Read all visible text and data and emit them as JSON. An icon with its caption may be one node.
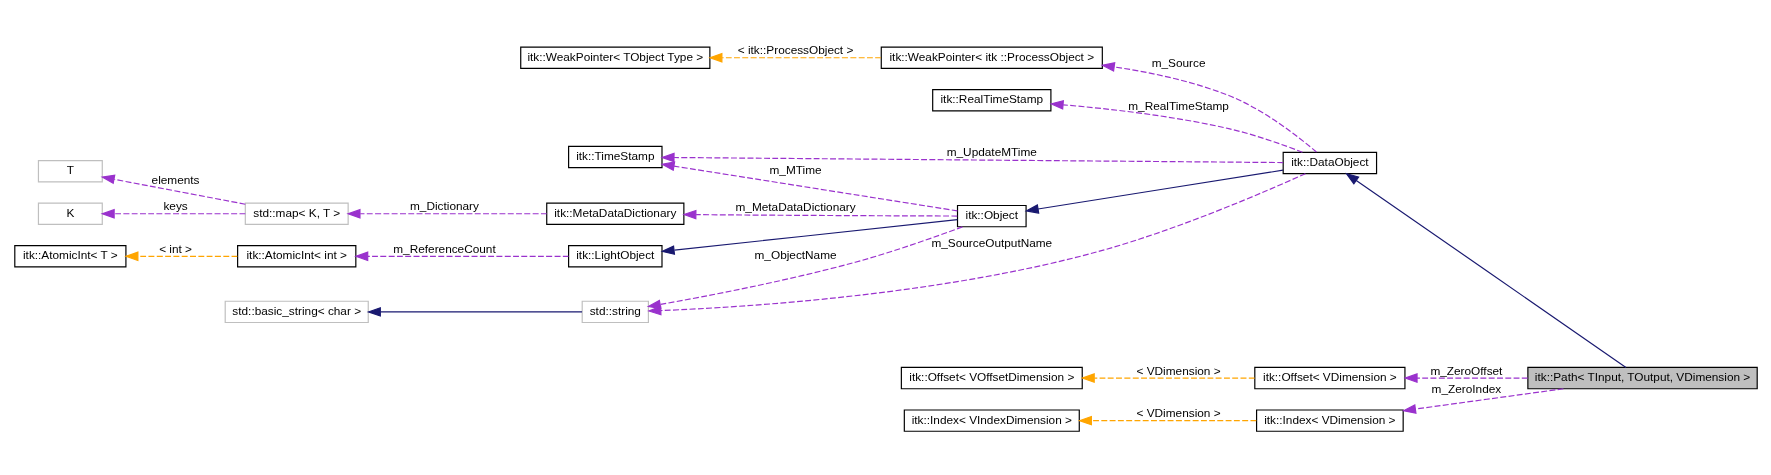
{
  "diagram": {
    "nodes": [
      {
        "text": [
          "K"
        ]
      },
      {
        "text": [
          "T"
        ]
      },
      {
        "text": [
          "std::map< K, T >"
        ]
      },
      {
        "text": [
          "itk::AtomicInt< T >"
        ]
      },
      {
        "text": [
          "itk::AtomicInt< int >"
        ]
      },
      {
        "text": [
          "itk::TimeStamp"
        ]
      },
      {
        "text": [
          "itk::MetaDataDictionary"
        ]
      },
      {
        "text": [
          "itk::LightObject"
        ]
      },
      {
        "text": [
          "std::basic_string< char >"
        ]
      },
      {
        "text": [
          "std::string"
        ]
      },
      {
        "text": [
          "itk::Object"
        ]
      },
      {
        "text": [
          "itk::WeakPointer< TObject Type >"
        ]
      },
      {
        "text": [
          "itk::WeakPointer< itk ::ProcessObject >"
        ]
      },
      {
        "text": [
          "itk::RealTimeStamp"
        ]
      },
      {
        "text": [
          "itk::DataObject"
        ]
      },
      {
        "text": [
          "itk::Offset< VOffsetDimension >"
        ]
      },
      {
        "text": [
          "itk::Offset< VDimension >"
        ]
      },
      {
        "text": [
          "itk::Index< VIndexDimension >"
        ]
      },
      {
        "text": [
          "itk::Index< VDimension >"
        ]
      },
      {
        "text": [
          "itk::Path< TInput, TOutput, VDimension >"
        ]
      }
    ],
    "edges": [
      {
        "from": 2,
        "to": 0,
        "arrow": "to",
        "label": "keys",
        "style": "dashed"
      },
      {
        "from": 2,
        "to": 1,
        "arrow": "to",
        "label": "elements",
        "style": "dashed"
      },
      {
        "from": 6,
        "to": 2,
        "arrow": "to",
        "label": "m_Dictionary",
        "style": "dashed"
      },
      {
        "from": 4,
        "to": 3,
        "arrow": "to",
        "label": "< int >",
        "style": "dashed",
        "color": "#ffa500"
      },
      {
        "from": 7,
        "to": 4,
        "arrow": "to",
        "label": "m_ReferenceCount",
        "style": "dashed"
      },
      {
        "from": 10,
        "to": 5,
        "arrow": "to",
        "label": "m_MTime",
        "style": "dashed"
      },
      {
        "from": 10,
        "to": 6,
        "arrow": "to",
        "label": "m_MetaDataDictionary",
        "style": "dashed"
      },
      {
        "from": 10,
        "to": 7,
        "arrow": "to",
        "color": "#191970"
      },
      {
        "from": 9,
        "to": 8,
        "arrow": "to",
        "color": "#191970"
      },
      {
        "from": 10,
        "to": 9,
        "arrow": "to",
        "label": "m_ObjectName",
        "style": "dashed"
      },
      {
        "from": 14,
        "to": 5,
        "arrow": "to",
        "label": "m_UpdateMTime",
        "style": "dashed"
      },
      {
        "from": 14,
        "to": 10,
        "arrow": "to",
        "color": "#191970"
      },
      {
        "from": 14,
        "to": 9,
        "arrow": "to",
        "label": "m_SourceOutputName",
        "style": "dashed"
      },
      {
        "from": 14,
        "to": 12,
        "arrow": "to",
        "label": "m_Source",
        "style": "dashed"
      },
      {
        "from": 12,
        "to": 11,
        "arrow": "to",
        "label": "< itk::ProcessObject >",
        "style": "dashed",
        "color": "#ffa500"
      },
      {
        "from": 14,
        "to": 13,
        "arrow": "to",
        "label": "m_RealTimeStamp",
        "style": "dashed"
      },
      {
        "from": 19,
        "to": 14,
        "arrow": "to",
        "color": "#191970"
      },
      {
        "from": 19,
        "to": 16,
        "arrow": "to",
        "label": "m_ZeroOffset",
        "style": "dashed"
      },
      {
        "from": 16,
        "to": 15,
        "arrow": "to",
        "label": "< VDimension >",
        "style": "dashed",
        "color": "#ffa500"
      },
      {
        "from": 19,
        "to": 18,
        "arrow": "to",
        "label": "m_ZeroIndex",
        "style": "dashed"
      },
      {
        "from": 18,
        "to": 17,
        "arrow": "to",
        "label": "< VDimension >",
        "style": "dashed",
        "color": "#ffa500"
      }
    ]
  }
}
